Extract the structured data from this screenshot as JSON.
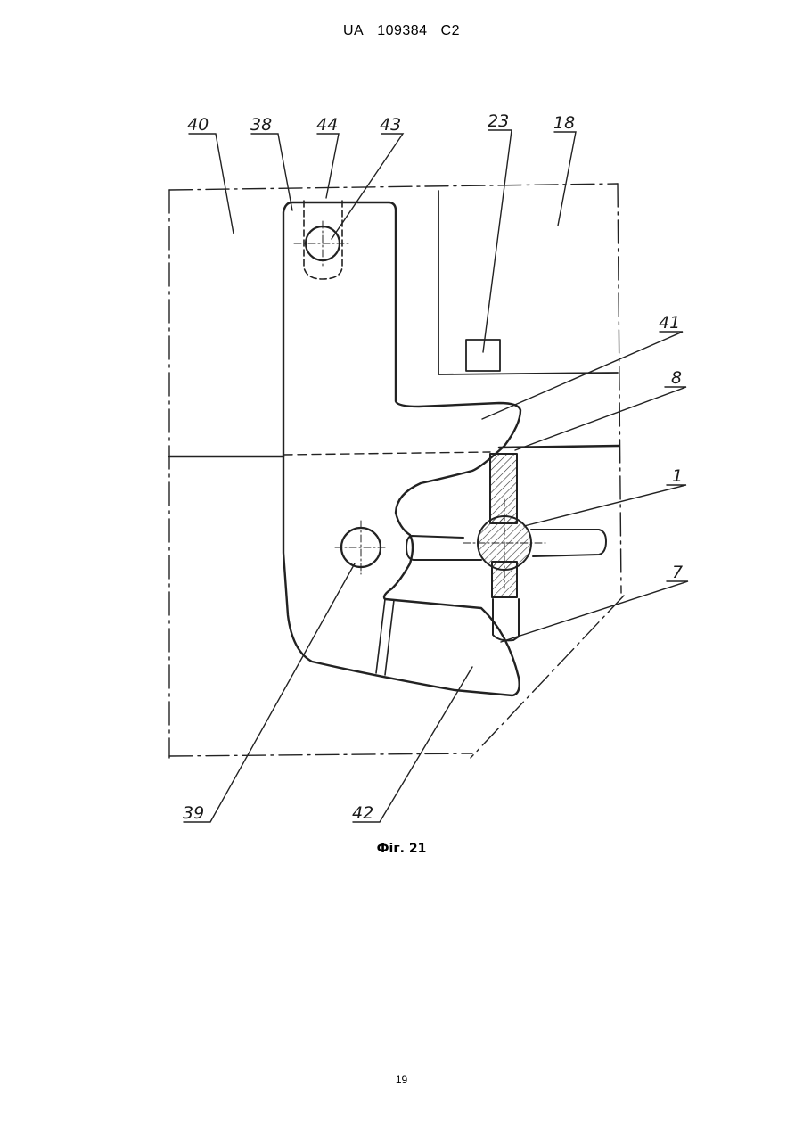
{
  "header": {
    "country": "UA",
    "number": "109384",
    "kind": "C2"
  },
  "figure": {
    "caption": "Фіг. 21",
    "refs": {
      "r40": "40",
      "r38": "38",
      "r44": "44",
      "r43": "43",
      "r23": "23",
      "r18": "18",
      "r41": "41",
      "r8": "8",
      "r1": "1",
      "r7": "7",
      "r39": "39",
      "r42": "42"
    }
  },
  "page_number": "19"
}
